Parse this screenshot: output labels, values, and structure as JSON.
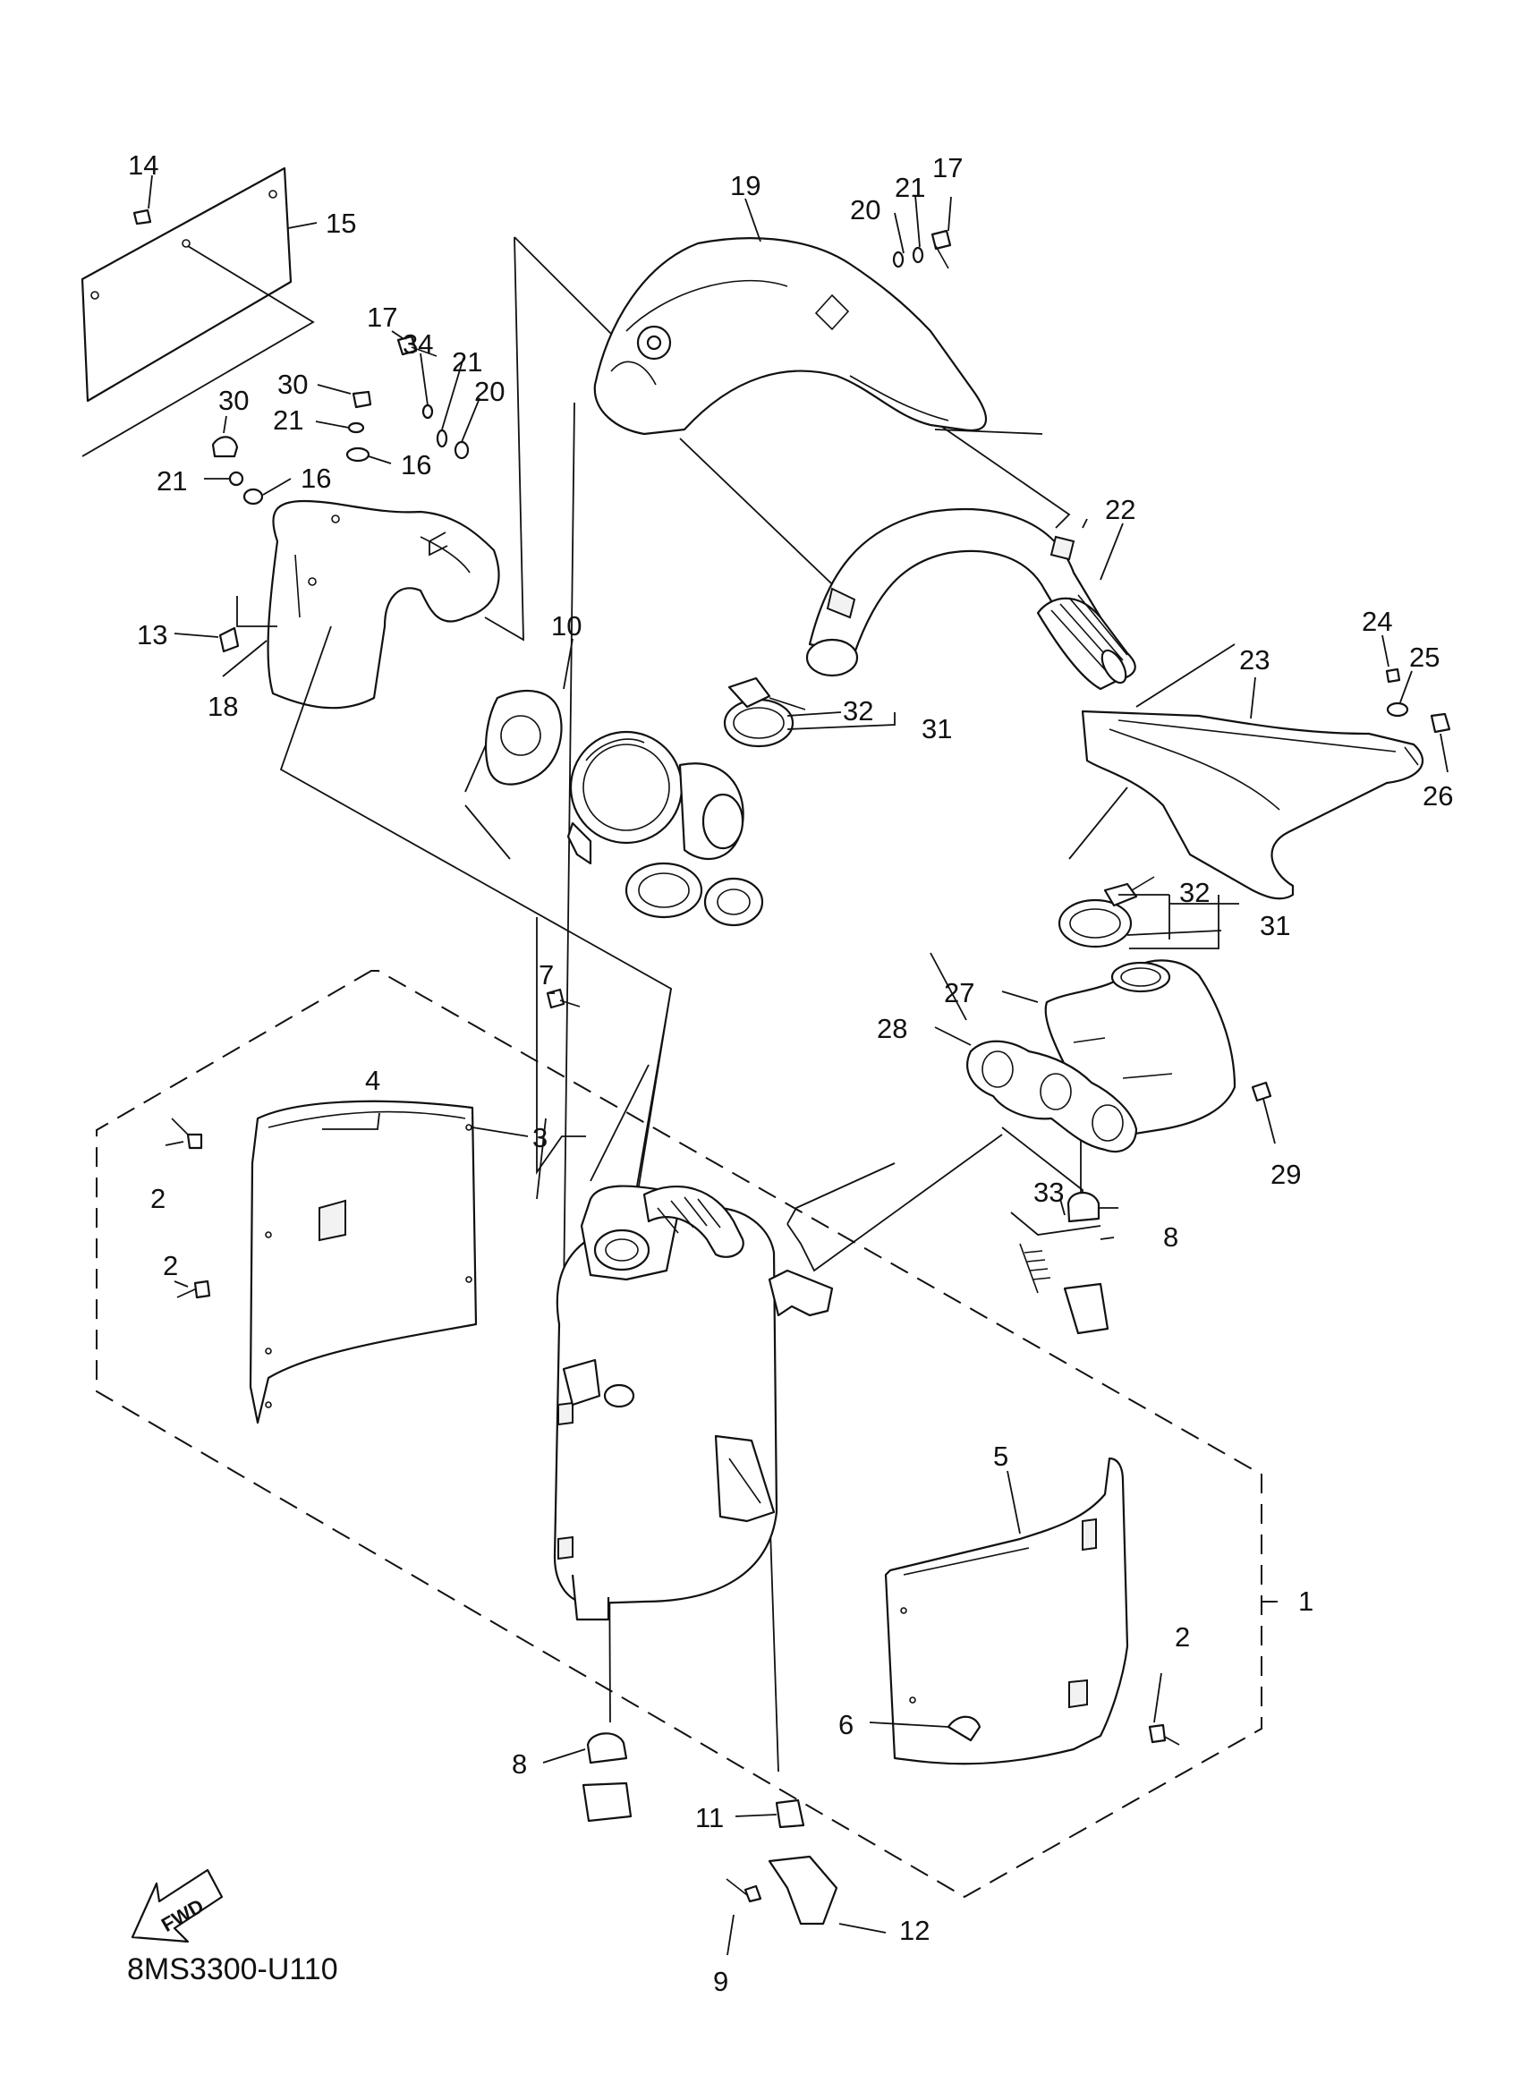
{
  "diagram_code": "8MS3300-U110",
  "fwd_label": "FWD",
  "callouts": {
    "c1": "1",
    "c2a": "2",
    "c2b": "2",
    "c2c": "2",
    "c3": "3",
    "c4": "4",
    "c5": "5",
    "c6": "6",
    "c7": "7",
    "c8a": "8",
    "c8b": "8",
    "c9": "9",
    "c10": "10",
    "c11": "11",
    "c12": "12",
    "c13": "13",
    "c14": "14",
    "c15": "15",
    "c16a": "16",
    "c16b": "16",
    "c17a": "17",
    "c17b": "17",
    "c18": "18",
    "c19": "19",
    "c20a": "20",
    "c20b": "20",
    "c21a": "21",
    "c21b": "21",
    "c21c": "21",
    "c21d": "21",
    "c22": "22",
    "c23": "23",
    "c24": "24",
    "c25": "25",
    "c26": "26",
    "c27": "27",
    "c28": "28",
    "c29": "29",
    "c30a": "30",
    "c30b": "30",
    "c31a": "31",
    "c31b": "31",
    "c32a": "32",
    "c32b": "32",
    "c33": "33",
    "c34": "34"
  }
}
